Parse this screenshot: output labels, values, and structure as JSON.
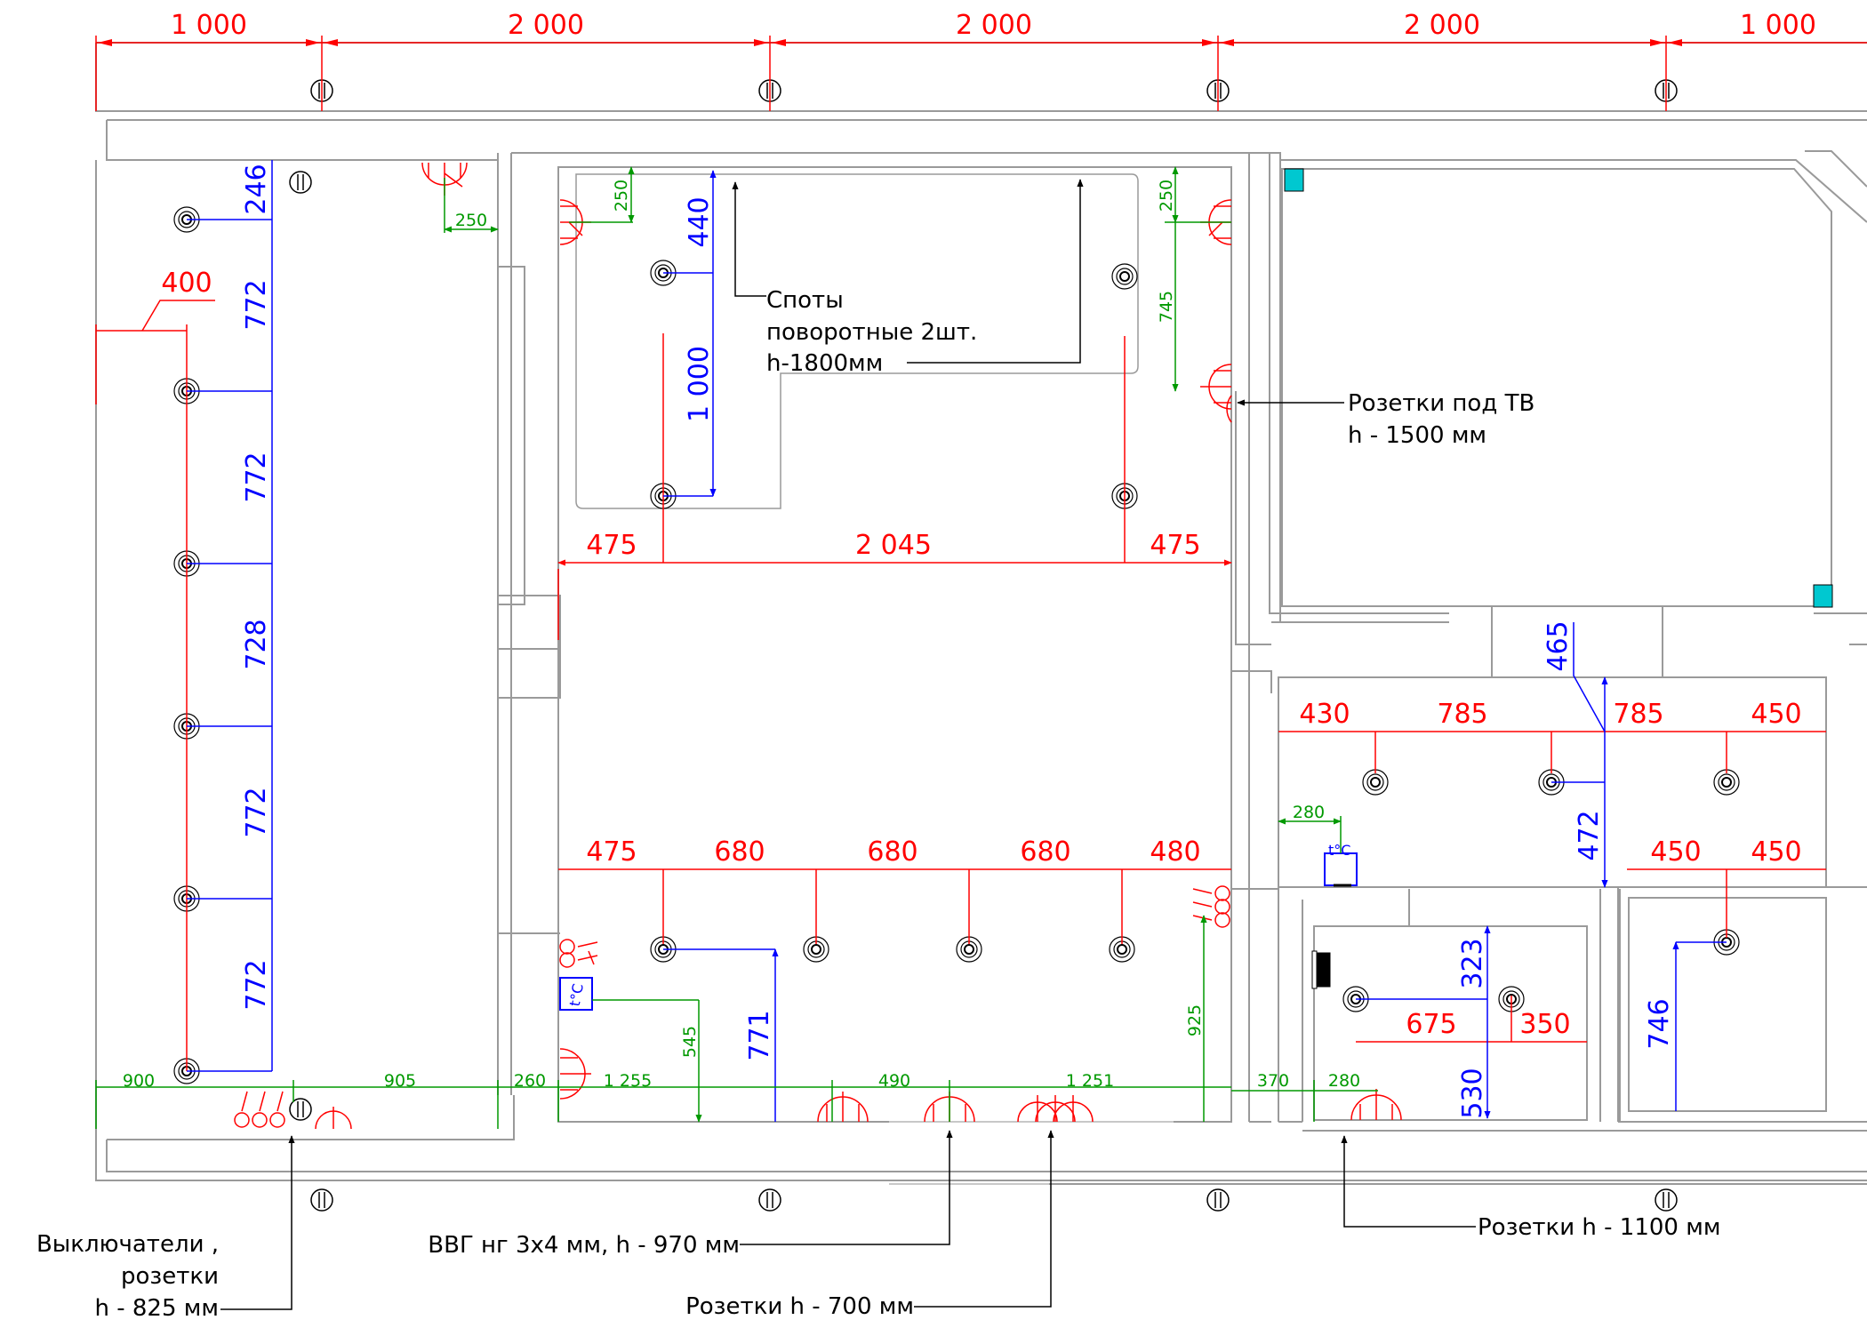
{
  "drawing": {
    "colors": {
      "wall": "#a0a0a0",
      "dim_red": "#ff0000",
      "dim_blue": "#0000ff",
      "dim_green": "#009900",
      "leader": "#000000",
      "marker": "#00c8d0"
    },
    "top_dims": [
      "1 000",
      "2 000",
      "2 000",
      "2 000",
      "1 000"
    ],
    "left_chain": {
      "offset_400": "400",
      "vertical": [
        "246",
        "772",
        "772",
        "728",
        "772",
        "772"
      ],
      "bottom": [
        "900",
        "905"
      ],
      "offset_250": "250"
    },
    "room_top": {
      "offset_250_left": "250",
      "offset_250_right": "250",
      "d440": "440",
      "d1000": "1 000",
      "d745": "745",
      "horizontal": [
        "475",
        "2 045",
        "475"
      ]
    },
    "room_bottom": {
      "horizontal": [
        "475",
        "680",
        "680",
        "680",
        "480"
      ],
      "d545": "545",
      "d771": "771",
      "d925": "925",
      "bottom": [
        "260",
        "1 255",
        "490",
        "1 251"
      ]
    },
    "right_rooms": {
      "d465": "465",
      "top_row": [
        "430",
        "785",
        "785",
        "450"
      ],
      "d472": "472",
      "d280_top": "280",
      "row2": [
        "450",
        "450"
      ],
      "d323": "323",
      "d675": "675",
      "d350": "350",
      "d530": "530",
      "d746": "746",
      "bottom": [
        "370",
        "280"
      ]
    },
    "notes": {
      "spots": [
        "Споты",
        "поворотные  2шт.",
        "h-1800мм"
      ],
      "tv_sockets": [
        "Розетки под ТВ",
        "h - 1500 мм"
      ],
      "switches": [
        "Выключатели ,",
        "розетки",
        "h - 825 мм"
      ],
      "cable": "ВВГ нг 3х4 мм, h - 970 мм",
      "sockets_700": "Розетки h - 700 мм",
      "sockets_1100": "Розетки h - 1100 мм"
    },
    "icons": {
      "column": "column-icon",
      "spot": "ceiling-spot-icon",
      "socket": "socket-icon",
      "switch": "switch-icon",
      "thermostat": "thermostat-icon",
      "thermostat_label": "t°C"
    }
  }
}
